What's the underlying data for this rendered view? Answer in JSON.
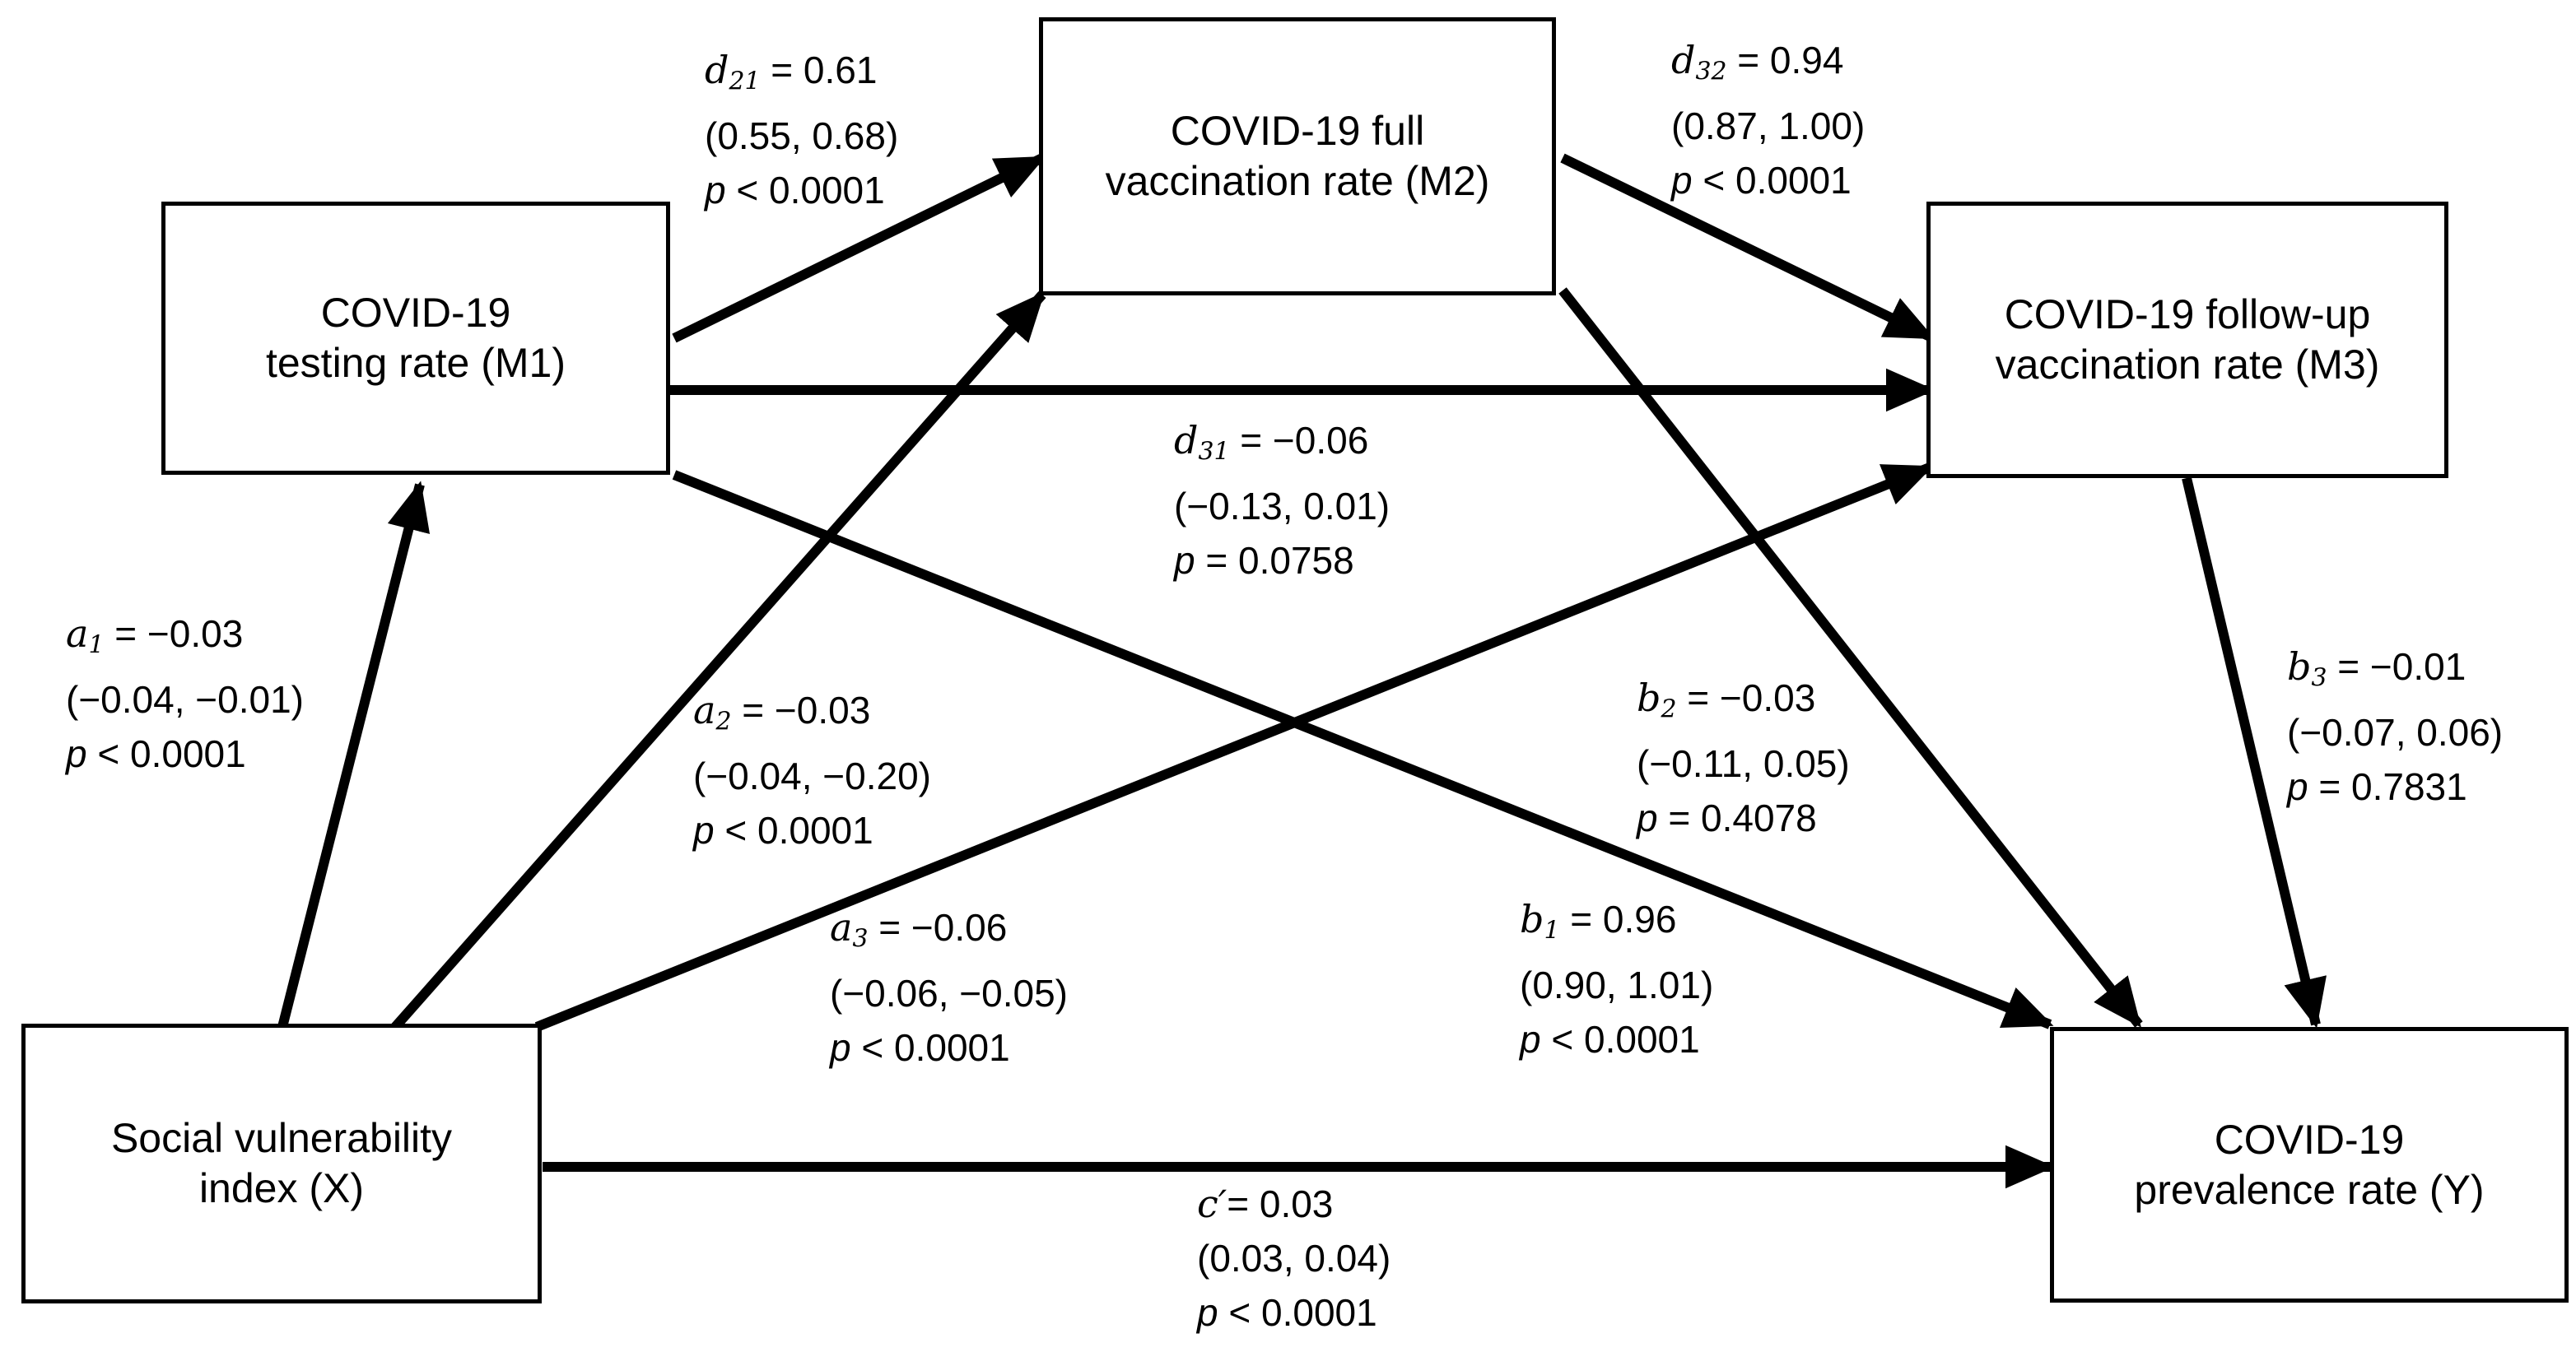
{
  "nodes": {
    "x": {
      "line1": "Social vulnerability",
      "line2": "index (X)"
    },
    "m1": {
      "line1": "COVID-19",
      "line2": "testing rate (M1)"
    },
    "m2": {
      "line1": "COVID-19 full",
      "line2": "vaccination rate (M2)"
    },
    "m3": {
      "line1": "COVID-19 follow-up",
      "line2": "vaccination rate (M3)"
    },
    "y": {
      "line1": "COVID-19",
      "line2": "prevalence rate (Y)"
    }
  },
  "paths": {
    "d21": {
      "name": "d21",
      "coef": "= 0.61",
      "ci": "(0.55, 0.68)",
      "p": "p < 0.0001"
    },
    "d32": {
      "name": "d32",
      "coef": "= 0.94",
      "ci": "(0.87, 1.00)",
      "p": "p < 0.0001"
    },
    "d31": {
      "name": "d31",
      "coef": "= −0.06",
      "ci": "(−0.13, 0.01)",
      "p": "p = 0.0758"
    },
    "a1": {
      "name": "a1",
      "coef": "= −0.03",
      "ci": "(−0.04, −0.01)",
      "p": "p < 0.0001"
    },
    "a2": {
      "name": "a2",
      "coef": "= −0.03",
      "ci": "(−0.04, −0.20)",
      "p": "p < 0.0001"
    },
    "a3": {
      "name": "a3",
      "coef": "= −0.06",
      "ci": "(−0.06, −0.05)",
      "p": "p < 0.0001"
    },
    "b1": {
      "name": "b1",
      "coef": "= 0.96",
      "ci": "(0.90, 1.01)",
      "p": "p < 0.0001"
    },
    "b2": {
      "name": "b2",
      "coef": "= −0.03",
      "ci": "(−0.11, 0.05)",
      "p": "p = 0.4078"
    },
    "b3": {
      "name": "b3",
      "coef": "= −0.01",
      "ci": "(−0.07, 0.06)",
      "p": "p = 0.7831"
    },
    "cprime": {
      "name": "c′",
      "coef": "= 0.03",
      "ci": "(0.03, 0.04)",
      "p": "p < 0.0001"
    }
  }
}
